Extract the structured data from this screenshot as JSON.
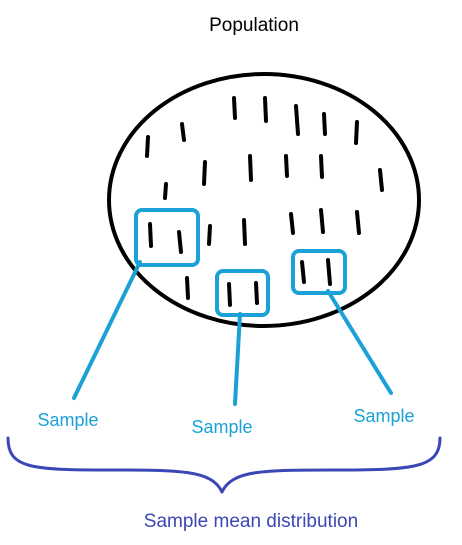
{
  "title": "Population",
  "samples": [
    {
      "label": "Sample"
    },
    {
      "label": "Sample"
    },
    {
      "label": "Sample"
    }
  ],
  "footer": "Sample mean distribution",
  "colors": {
    "ink": "#000000",
    "sample": "#1ba1d6",
    "brace": "#3a47b5",
    "footer_text": "#3a47b5"
  }
}
